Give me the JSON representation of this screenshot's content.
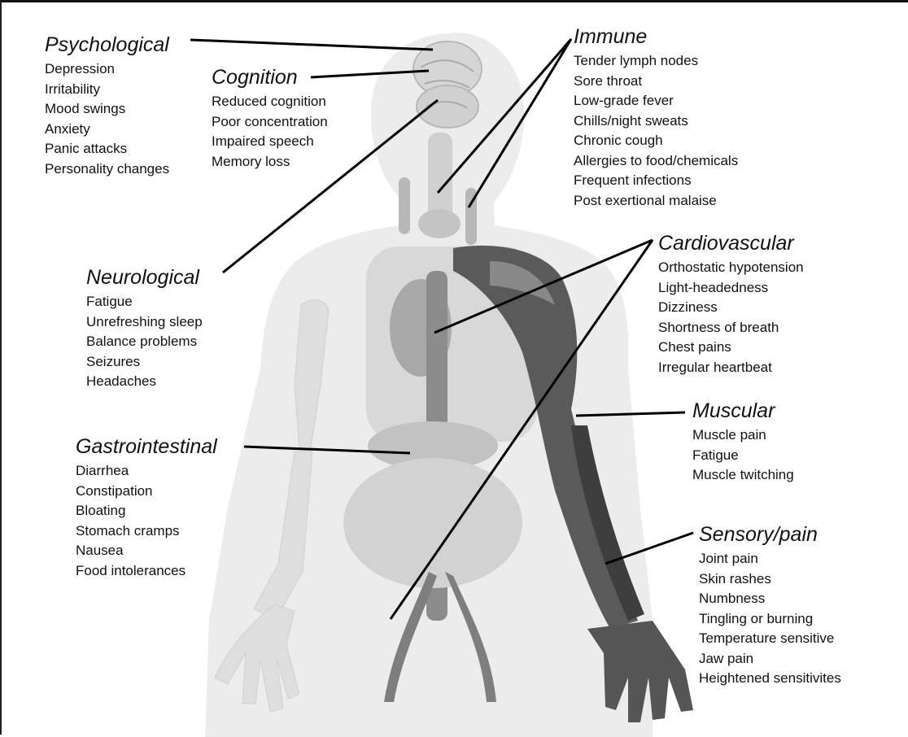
{
  "groups": {
    "psychological": {
      "title": "Psychological",
      "items": [
        "Depression",
        "Irritability",
        "Mood swings",
        "Anxiety",
        "Panic attacks",
        "Personality changes"
      ]
    },
    "cognition": {
      "title": "Cognition",
      "items": [
        "Reduced cognition",
        "Poor concentration",
        "Impaired speech",
        "Memory loss"
      ]
    },
    "immune": {
      "title": "Immune",
      "items": [
        "Tender lymph nodes",
        "Sore throat",
        "Low-grade fever",
        "Chills/night sweats",
        "Chronic cough",
        "Allergies to food/chemicals",
        "Frequent infections",
        "Post exertional malaise"
      ]
    },
    "neurological": {
      "title": "Neurological",
      "items": [
        "Fatigue",
        "Unrefreshing sleep",
        "Balance problems",
        "Seizures",
        "Headaches"
      ]
    },
    "cardiovascular": {
      "title": "Cardiovascular",
      "items": [
        "Orthostatic hypotension",
        "Light-headedness",
        "Dizziness",
        "Shortness of breath",
        "Chest pains",
        "Irregular heartbeat"
      ]
    },
    "muscular": {
      "title": "Muscular",
      "items": [
        "Muscle pain",
        "Fatigue",
        "Muscle twitching"
      ]
    },
    "gastrointestinal": {
      "title": "Gastrointestinal",
      "items": [
        "Diarrhea",
        "Constipation",
        "Bloating",
        "Stomach cramps",
        "Nausea",
        "Food intolerances"
      ]
    },
    "sensory": {
      "title": "Sensory/pain",
      "items": [
        "Joint pain",
        "Skin rashes",
        "Numbness",
        "Tingling or burning",
        "Temperature sensitive",
        "Jaw pain",
        "Heightened sensitivites"
      ]
    }
  },
  "colors": {
    "text": "#111111",
    "silhouette": "#ececec",
    "organ": "#bdbdbd",
    "muscle": "#4a4a4a",
    "bone": "#dddddd",
    "leader": "#000000"
  }
}
